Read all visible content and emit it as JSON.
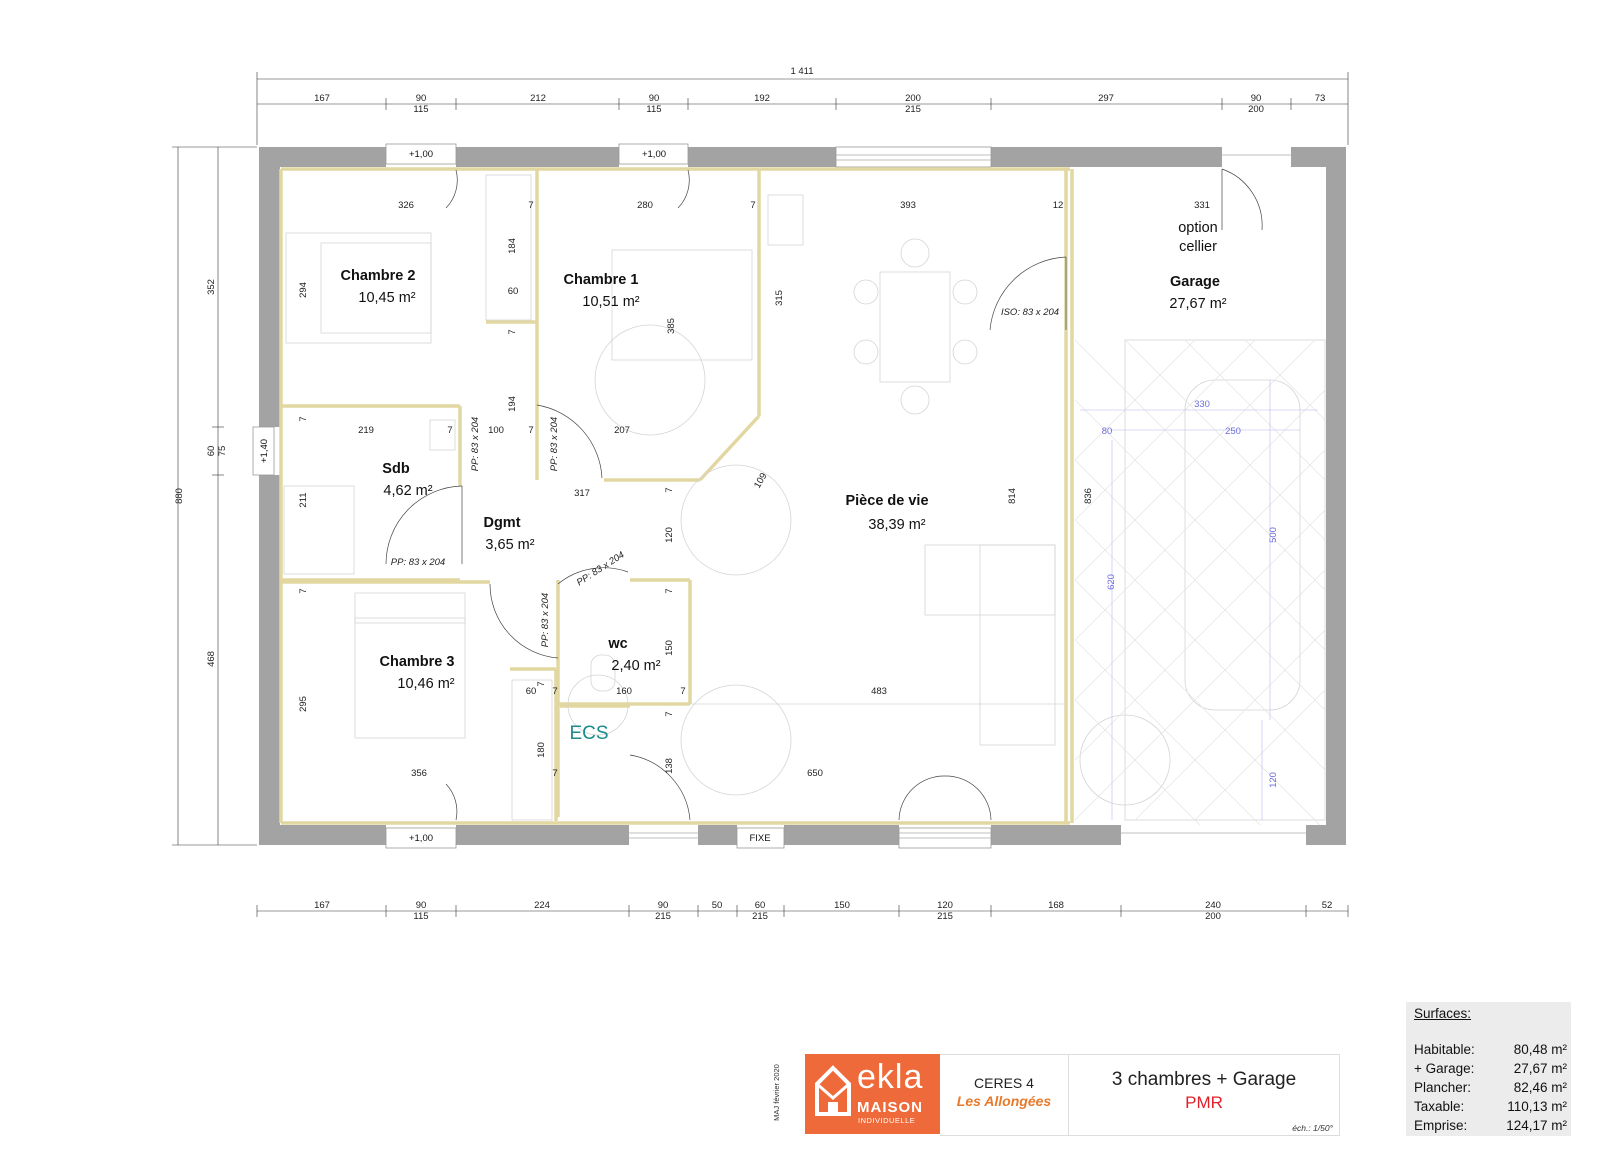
{
  "overall_width": "1 411",
  "top_dims": {
    "segments": [
      "167",
      "90",
      "212",
      "90",
      "192",
      "200",
      "297",
      "90",
      "73"
    ],
    "heights": [
      "115",
      "115",
      "215",
      "200"
    ]
  },
  "bottom_dims": {
    "segments": [
      "167",
      "90",
      "224",
      "90",
      "50",
      "60",
      "150",
      "120",
      "168",
      "240",
      "52"
    ],
    "heights": [
      "115",
      "215",
      "215",
      "215",
      "200"
    ]
  },
  "left_dims": {
    "total": "880",
    "upper": "352",
    "mid_a": "60",
    "mid_b": "75",
    "lower": "468"
  },
  "openings": {
    "top_window_1": "+1,00",
    "top_window_2": "+1,00",
    "left_window": "+1,40",
    "bottom_window": "+1,00",
    "fixed_window": "FIXE"
  },
  "rooms": {
    "chambre2": {
      "name": "Chambre 2",
      "area": "10,45 m²"
    },
    "chambre1": {
      "name": "Chambre 1",
      "area": "10,51 m²"
    },
    "sdb": {
      "name": "Sdb",
      "area": "4,62 m²"
    },
    "dgmt": {
      "name": "Dgmt",
      "area": "3,65 m²"
    },
    "chambre3": {
      "name": "Chambre 3",
      "area": "10,46 m²"
    },
    "wc": {
      "name": "wc",
      "area": "2,40 m²"
    },
    "piece_de_vie": {
      "name": "Pièce de vie",
      "area": "38,39 m²"
    },
    "garage": {
      "name": "Garage",
      "area": "27,67 m²",
      "option_line1": "option",
      "option_line2": "cellier"
    },
    "ecs": "ECS"
  },
  "door_labels": {
    "iso": "ISO: 83 x 204",
    "pp_sdb": "PP: 83 x 204",
    "pp_ch1": "PP: 83 x 204",
    "pp_dgmt": "PP: 83 x 204",
    "pp_wc": "PP: 83 x 204",
    "pp_ch3": "PP: 83 x 204"
  },
  "interior_dims": {
    "d326": "326",
    "d7a": "7",
    "d280": "280",
    "d7b": "7",
    "d393": "393",
    "d12": "12",
    "d331": "331",
    "d294": "294",
    "d184": "184",
    "d60a": "60",
    "d7c": "7",
    "d385": "385",
    "d315": "315",
    "d194": "194",
    "d7d": "7",
    "d219": "219",
    "d7e": "7",
    "d100": "100",
    "d7f": "7",
    "d207": "207",
    "d211": "211",
    "d317": "317",
    "d7g": "7",
    "d109": "109",
    "d814": "814",
    "d836": "836",
    "d120": "120",
    "d7h": "7",
    "d7i": "7",
    "d150": "150",
    "d295": "295",
    "d7j": "7",
    "d60b": "60",
    "d7k": "7",
    "d160": "160",
    "d7l": "7",
    "d483": "483",
    "d7m": "7",
    "d180": "180",
    "d7n": "7",
    "d138": "138",
    "d356": "356",
    "d650": "650"
  },
  "garage_dims": {
    "g330": "330",
    "g80": "80",
    "g250": "250",
    "g500": "500",
    "g620": "620",
    "g120": "120"
  },
  "titleblock": {
    "maj": "MAJ février 2020",
    "brand": "ekla",
    "maison": "MAISON",
    "individuelle": "INDIVIDUELLE",
    "model": "CERES 4",
    "model_sub": "Les Allongées",
    "description": "3 chambres + Garage",
    "pmr": "PMR",
    "scale": "éch.: 1/50°"
  },
  "surfaces": {
    "title": "Surfaces:",
    "rows": [
      {
        "label": "Habitable:",
        "value": "80,48 m²"
      },
      {
        "label": "+ Garage:",
        "value": "27,67 m²"
      },
      {
        "label": "Plancher:",
        "value": "82,46 m²"
      },
      {
        "label": "Taxable:",
        "value": "110,13 m²"
      },
      {
        "label": "Emprise:",
        "value": "124,17 m²"
      }
    ]
  },
  "colors": {
    "wall": "#a3a3a3",
    "partition": "#e8dfaa",
    "ecs": "#1b8b8b",
    "brand": "#ee6a3a",
    "pmr": "#e0202a",
    "model_sub": "#e87a2c",
    "garage_dim": "#6f6fdd"
  }
}
